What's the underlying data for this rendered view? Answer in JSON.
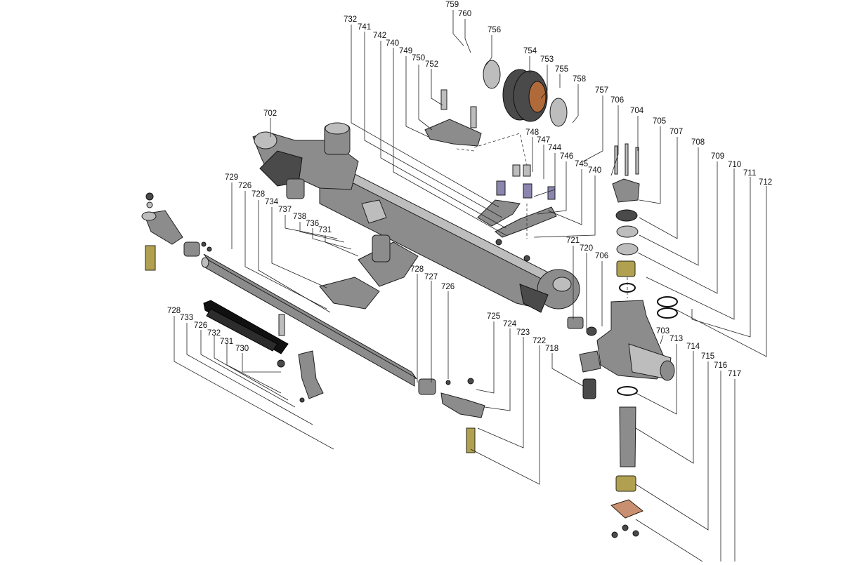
{
  "part_numbers": [
    "759",
    "760",
    "756",
    "754",
    "753",
    "755",
    "758",
    "757",
    "706",
    "704",
    "705",
    "707",
    "708",
    "709",
    "710",
    "711",
    "712",
    "732",
    "741",
    "742",
    "740",
    "749",
    "750",
    "752",
    "748",
    "747",
    "744",
    "746",
    "745",
    "740",
    "702",
    "729",
    "726",
    "728",
    "734",
    "737",
    "738",
    "736",
    "731",
    "721",
    "720",
    "706",
    "728",
    "727",
    "726",
    "725",
    "724",
    "723",
    "722",
    "718",
    "703",
    "713",
    "714",
    "715",
    "716",
    "717",
    "728",
    "733",
    "726",
    "732",
    "731",
    "730"
  ]
}
